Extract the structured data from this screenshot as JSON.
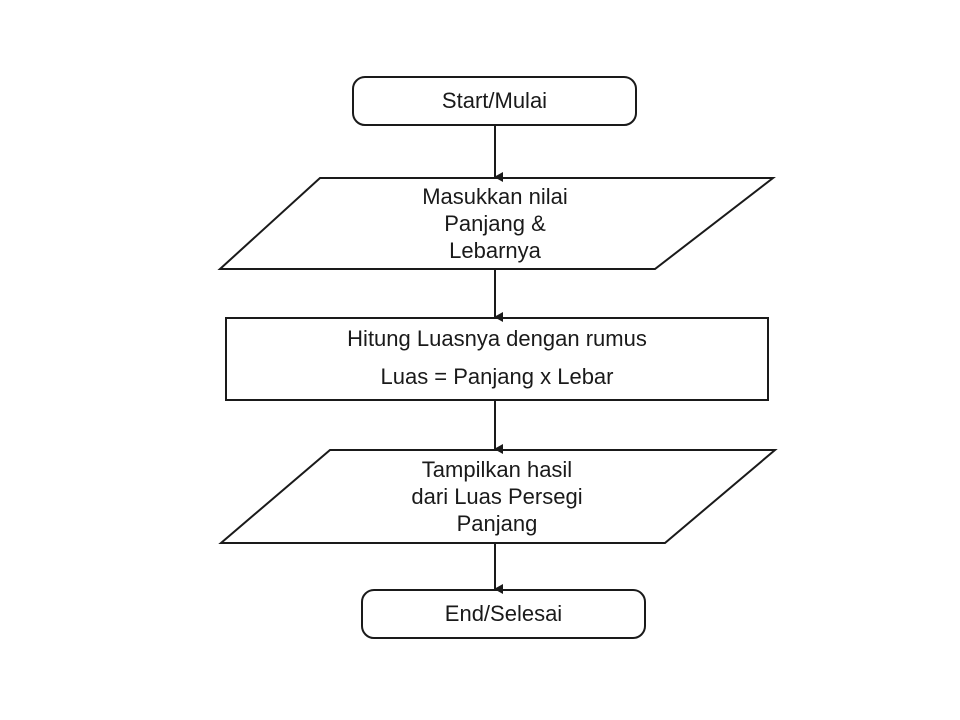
{
  "flowchart": {
    "start": "Start/Mulai",
    "input": [
      "Masukkan nilai",
      "Panjang &",
      "Lebarnya"
    ],
    "process": [
      "Hitung Luasnya dengan rumus",
      "Luas = Panjang x Lebar"
    ],
    "output": [
      "Tampilkan hasil",
      "dari Luas Persegi",
      "Panjang"
    ],
    "end": "End/Selesai"
  },
  "colors": {
    "stroke": "#1a1a1a",
    "background": "#ffffff"
  }
}
